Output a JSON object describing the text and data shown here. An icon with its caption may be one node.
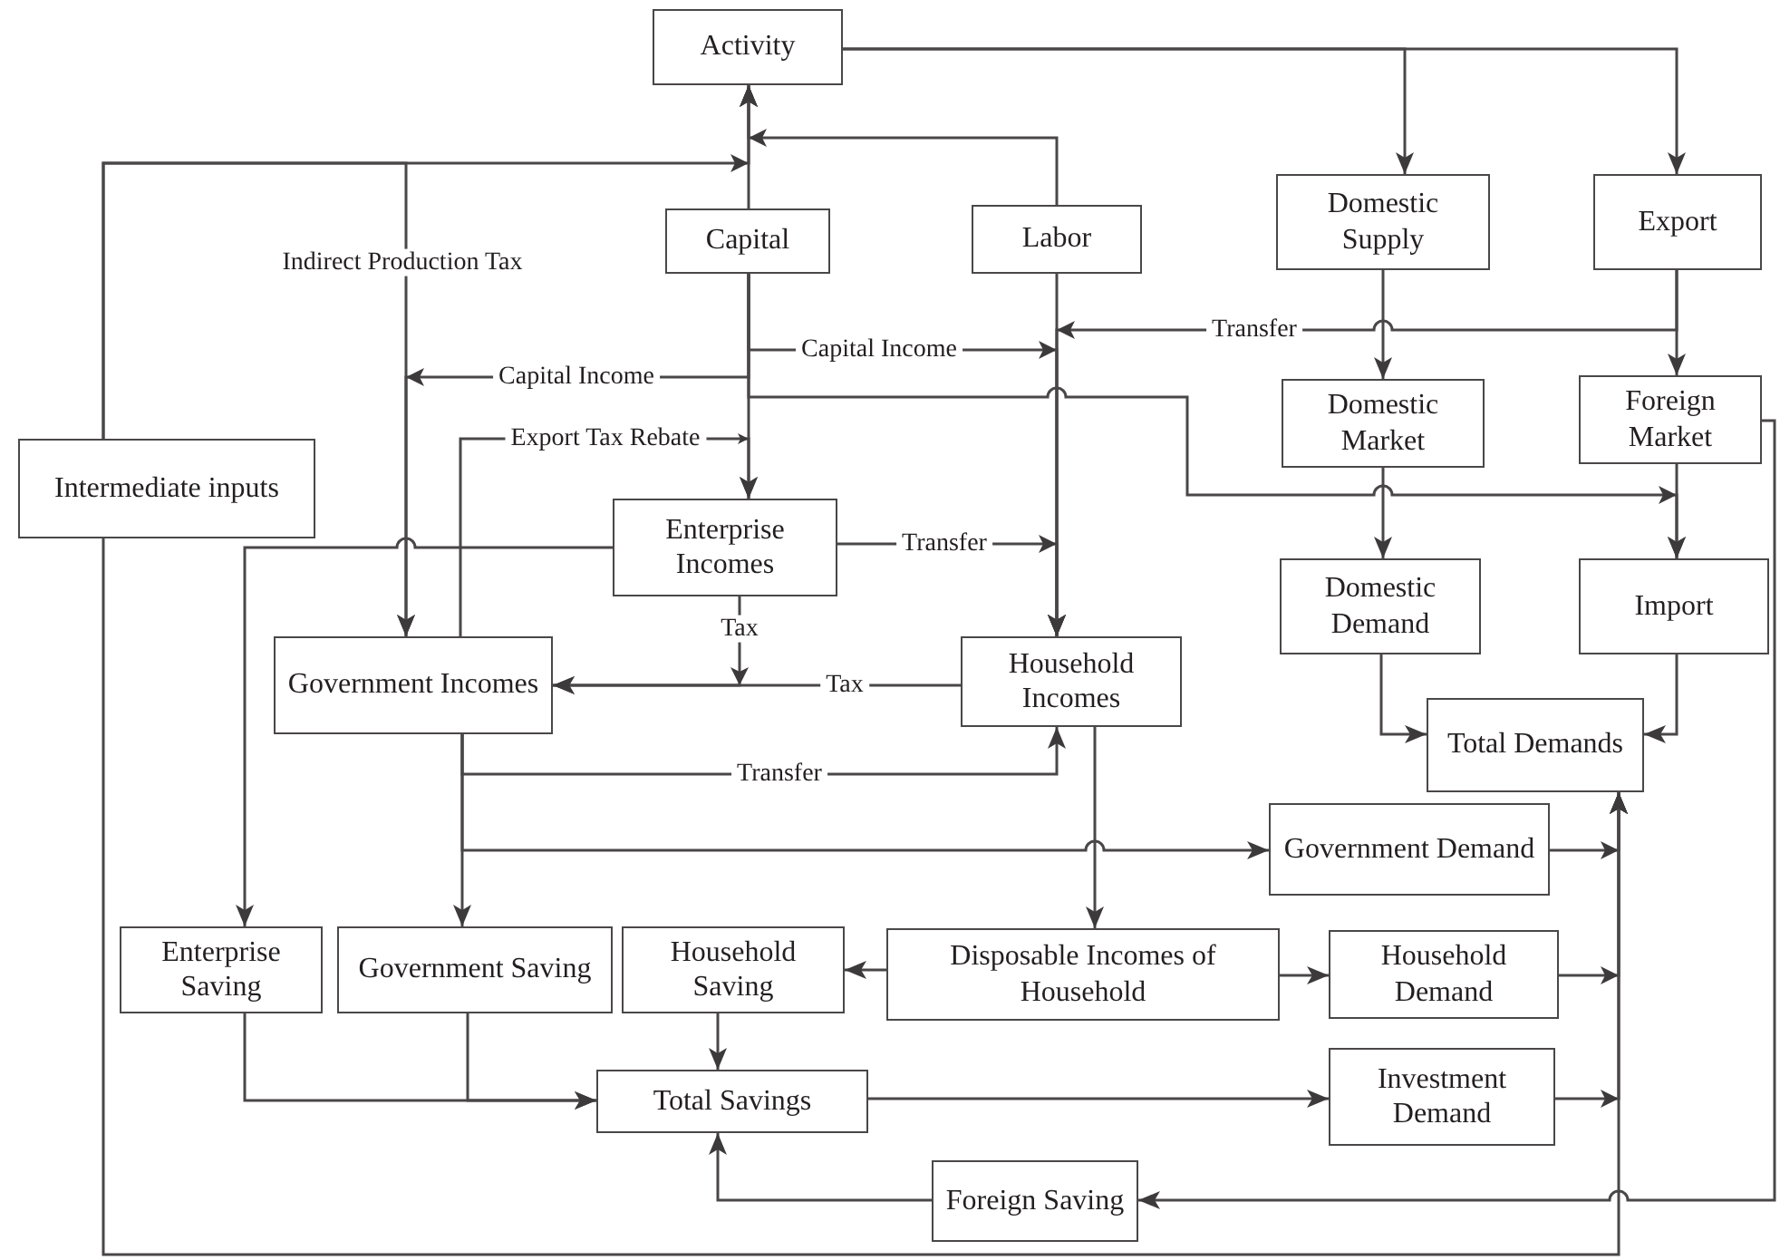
{
  "diagram": {
    "nodes": [
      {
        "text": [
          "Activity"
        ]
      },
      {
        "text": [
          "Capital"
        ]
      },
      {
        "text": [
          "Labor"
        ]
      },
      {
        "text": [
          "Domestic Supply"
        ]
      },
      {
        "text": [
          "Export"
        ]
      },
      {
        "text": [
          "Domestic Market"
        ]
      },
      {
        "text": [
          "Foreign Market"
        ]
      },
      {
        "text": [
          "Intermediate inputs"
        ]
      },
      {
        "text": [
          "Enterprise Incomes"
        ]
      },
      {
        "text": [
          "Domestic Demand"
        ]
      },
      {
        "text": [
          "Import"
        ]
      },
      {
        "text": [
          "Household Incomes"
        ]
      },
      {
        "text": [
          "Government Incomes"
        ]
      },
      {
        "text": [
          "Total Demands"
        ]
      },
      {
        "text": [
          "Government Demand"
        ]
      },
      {
        "text": [
          "Enterprise Saving"
        ]
      },
      {
        "text": [
          "Government Saving"
        ]
      },
      {
        "text": [
          "Household Saving"
        ]
      },
      {
        "text": [
          "Disposable Incomes of Household"
        ]
      },
      {
        "text": [
          "Household Demand"
        ]
      },
      {
        "text": [
          "Investment Demand"
        ]
      },
      {
        "text": [
          "Total Savings"
        ]
      },
      {
        "text": [
          "Foreign Saving"
        ]
      }
    ],
    "edges": [
      {
        "from": 0,
        "to": 3,
        "arrow": "to"
      },
      {
        "from": 0,
        "to": 4,
        "arrow": "to"
      },
      {
        "from": 1,
        "to": 0,
        "arrow": "to"
      },
      {
        "from": 2,
        "to": 0,
        "arrow": "to"
      },
      {
        "from": 7,
        "to": 0,
        "arrow": "to"
      },
      {
        "from": 7,
        "to": 12,
        "arrow": "to",
        "label": "Indirect Production Tax"
      },
      {
        "from": 1,
        "to": 11,
        "arrow": "to",
        "label": "Capital Income"
      },
      {
        "from": 1,
        "to": 12,
        "arrow": "to",
        "label": "Capital Income"
      },
      {
        "from": 1,
        "to": 8,
        "arrow": "to"
      },
      {
        "from": 1,
        "to": 10,
        "arrow": "to"
      },
      {
        "from": 12,
        "to": 8,
        "arrow": "to",
        "label": "Export Tax Rebate"
      },
      {
        "from": 2,
        "to": 11,
        "arrow": "to"
      },
      {
        "from": 3,
        "to": 5,
        "arrow": "to"
      },
      {
        "from": 4,
        "to": 6,
        "arrow": "to"
      },
      {
        "from": 4,
        "to": 11,
        "arrow": "to",
        "label": "Transfer"
      },
      {
        "from": 6,
        "to": 22,
        "arrow": "to"
      },
      {
        "from": 5,
        "to": 9,
        "arrow": "to"
      },
      {
        "from": 6,
        "to": 10,
        "arrow": "to"
      },
      {
        "from": 9,
        "to": 13,
        "arrow": "to"
      },
      {
        "from": 10,
        "to": 13,
        "arrow": "to"
      },
      {
        "from": 8,
        "to": 11,
        "arrow": "to",
        "label": "Transfer"
      },
      {
        "from": 8,
        "to": 15,
        "arrow": "to"
      },
      {
        "from": 8,
        "to": 12,
        "arrow": "to",
        "label": "Tax"
      },
      {
        "from": 11,
        "to": 12,
        "arrow": "to",
        "label": "Tax"
      },
      {
        "from": 12,
        "to": 11,
        "arrow": "to",
        "label": "Transfer"
      },
      {
        "from": 12,
        "to": 14,
        "arrow": "to"
      },
      {
        "from": 12,
        "to": 16,
        "arrow": "to"
      },
      {
        "from": 11,
        "to": 18,
        "arrow": "to"
      },
      {
        "from": 18,
        "to": 17,
        "arrow": "to"
      },
      {
        "from": 18,
        "to": 19,
        "arrow": "to"
      },
      {
        "from": 14,
        "to": 13,
        "arrow": "to"
      },
      {
        "from": 19,
        "to": 13,
        "arrow": "to"
      },
      {
        "from": 20,
        "to": 13,
        "arrow": "to"
      },
      {
        "from": 7,
        "to": 13,
        "arrow": "to"
      },
      {
        "from": 15,
        "to": 21,
        "arrow": "to"
      },
      {
        "from": 16,
        "to": 21,
        "arrow": "to"
      },
      {
        "from": 17,
        "to": 21,
        "arrow": "to"
      },
      {
        "from": 21,
        "to": 20,
        "arrow": "to"
      },
      {
        "from": 22,
        "to": 21,
        "arrow": "to"
      }
    ]
  }
}
